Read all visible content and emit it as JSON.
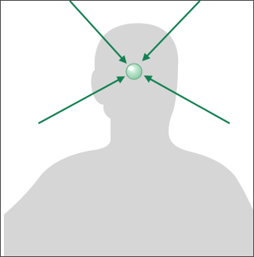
{
  "diagram": {
    "background_color": "#ffffff",
    "border_color": "#4a4a4a",
    "silhouette": {
      "icon": "human-head-shoulders-silhouette",
      "color": "#d6d6d6"
    },
    "focus_point": {
      "icon": "glowing-orb",
      "inner_color": "#f2fbf5",
      "mid_color": "#b8e2c9",
      "outer_color": "#86c9a3",
      "edge_color": "#5ea883"
    },
    "arrows": {
      "color": "#138052",
      "count": 4,
      "directions": [
        "from-top-left",
        "from-top-right",
        "from-left",
        "from-right"
      ]
    }
  }
}
